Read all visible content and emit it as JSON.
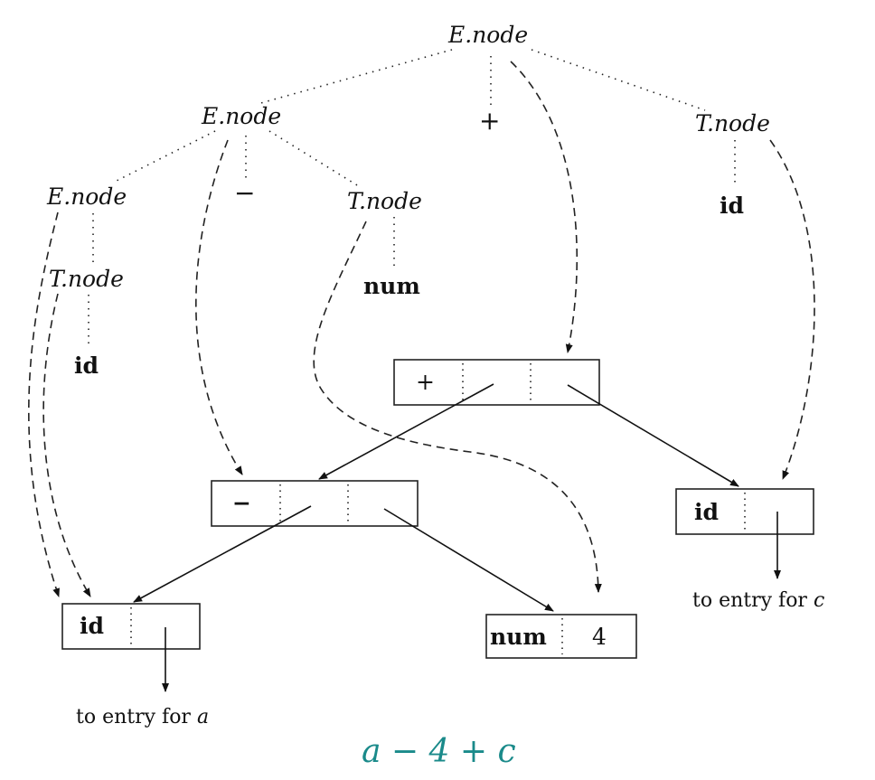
{
  "parse_tree": {
    "root": "E.node",
    "plus": "+",
    "t_right": "T.node",
    "id_right": "id",
    "e_mid": "E.node",
    "minus": "−",
    "t_mid": "T.node",
    "num": "num",
    "e_left": "E.node",
    "t_left": "T.node",
    "id_left": "id"
  },
  "syntax_tree": {
    "plus_node": {
      "op": "+"
    },
    "minus_node": {
      "op": "−"
    },
    "id_a": {
      "label": "id"
    },
    "num_node": {
      "label": "num",
      "value": "4"
    },
    "id_c": {
      "label": "id"
    }
  },
  "notes": {
    "entry_a_prefix": "to entry for ",
    "entry_a_var": "a",
    "entry_c_prefix": "to entry for ",
    "entry_c_var": "c"
  },
  "caption": "a − 4 + c"
}
